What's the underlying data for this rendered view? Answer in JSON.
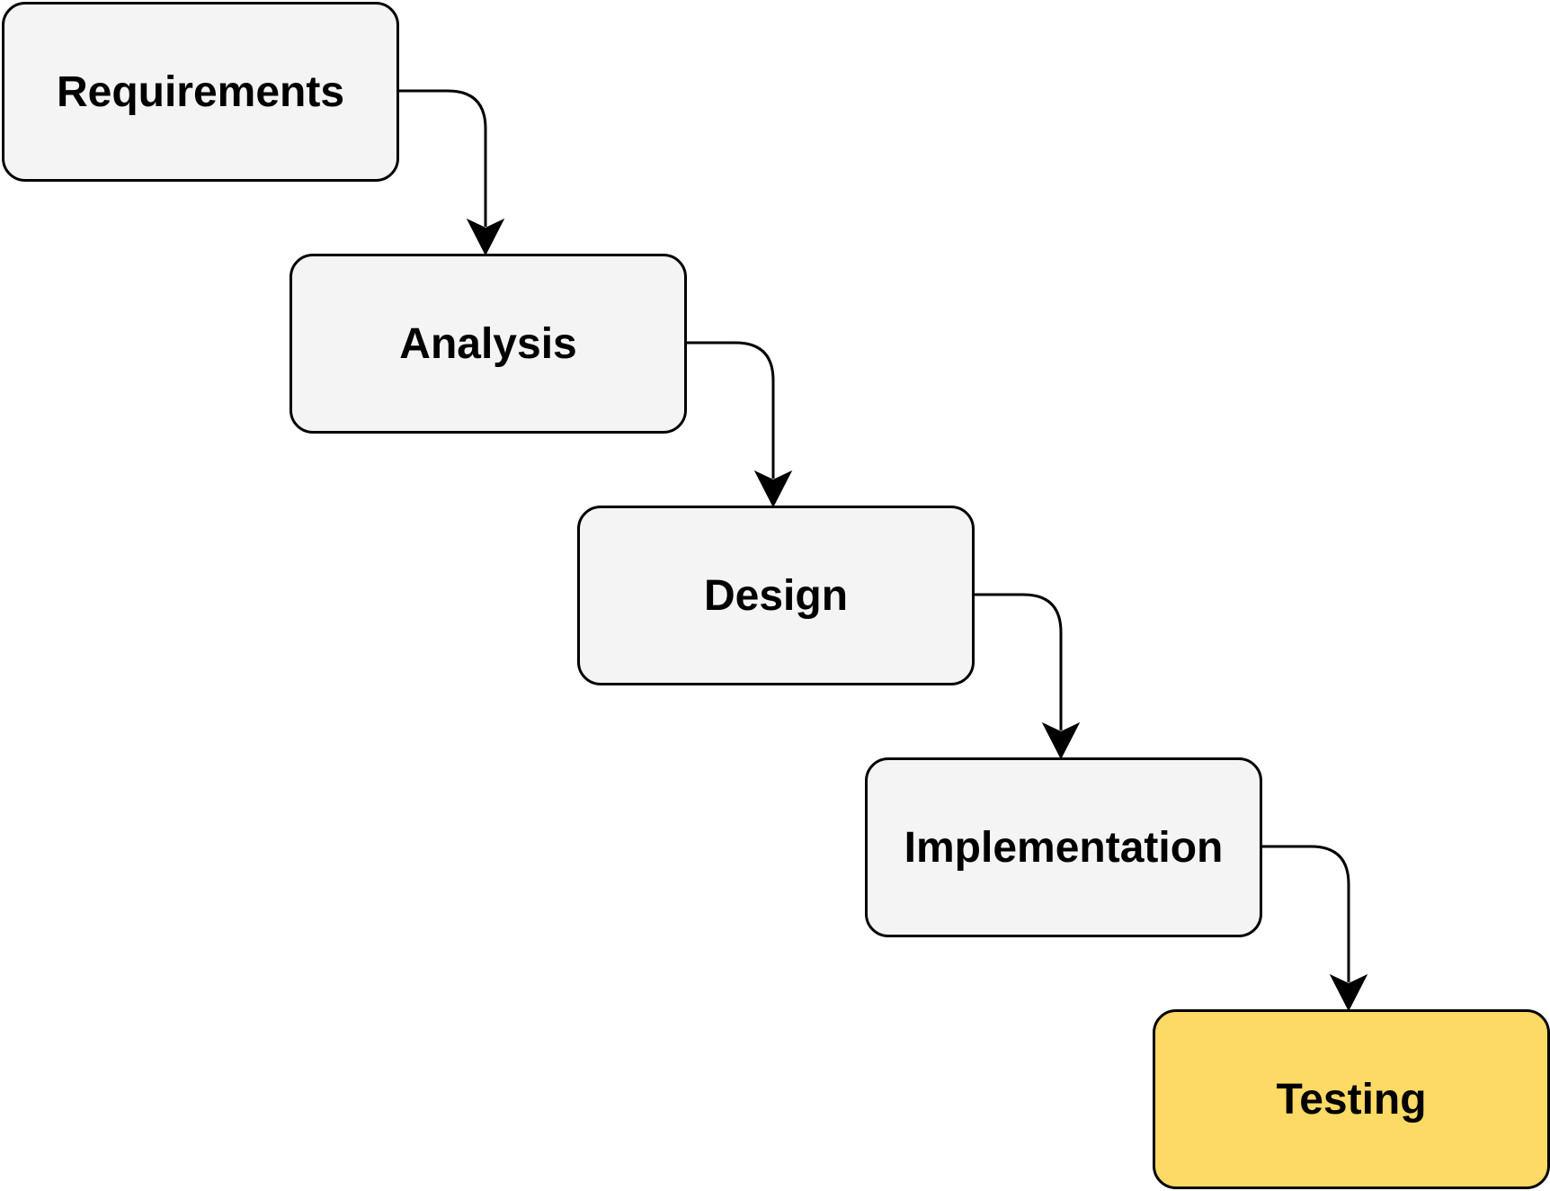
{
  "diagram": {
    "steps": [
      {
        "label": "Requirements",
        "fill": "#f4f4f4"
      },
      {
        "label": "Analysis",
        "fill": "#f4f4f4"
      },
      {
        "label": "Design",
        "fill": "#f4f4f4"
      },
      {
        "label": "Implementation",
        "fill": "#f4f4f4"
      },
      {
        "label": "Testing",
        "fill": "#fdd966"
      }
    ],
    "stroke_color": "#000000"
  }
}
